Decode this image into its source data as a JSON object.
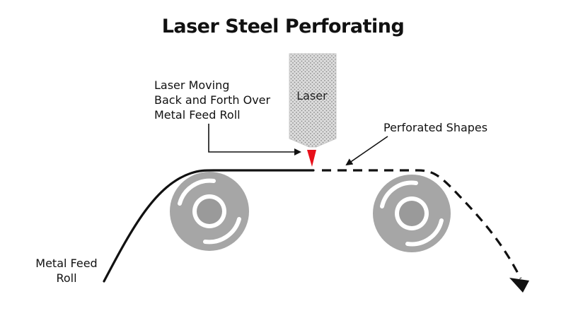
{
  "title": "Laser Steel Perforating",
  "labels": {
    "laser": "Laser",
    "laser_moving": "Laser Moving\nBack and Forth Over\nMetal Feed Roll",
    "perforated_shapes": "Perforated Shapes",
    "metal_feed_roll": "Metal Feed\nRoll"
  },
  "colors": {
    "laser_tip": "#e8101a",
    "roller_outer": "#a6a6a6",
    "roller_hub": "#9a9a9a",
    "roller_ring": "#ffffff",
    "laser_body": "#dcdcdc",
    "laser_dots": "#8a8a8a",
    "sheet": "#111111"
  },
  "icons": {
    "laser_head": "laser-head-icon",
    "left_roller": "roller-icon",
    "right_roller": "roller-icon"
  }
}
